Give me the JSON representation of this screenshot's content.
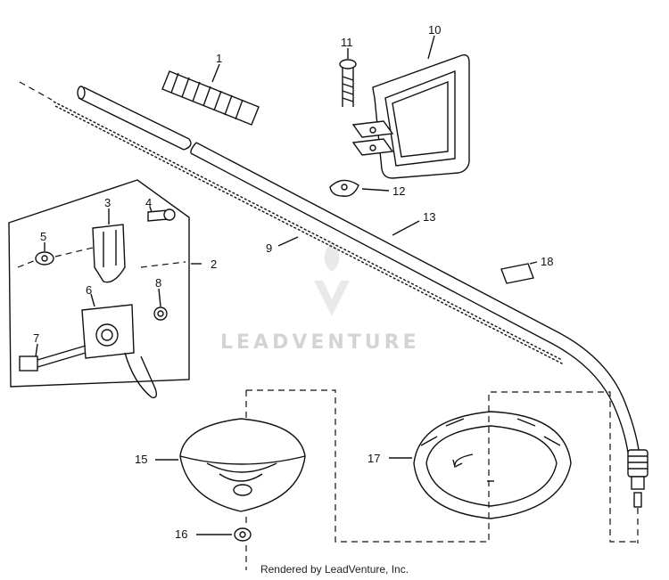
{
  "watermark": {
    "text": "LEADVENTURE",
    "logo": "leadventure-logo"
  },
  "footer": {
    "text": "Rendered by LeadVenture, Inc."
  },
  "callouts": {
    "c1": "1",
    "c2": "2",
    "c3": "3",
    "c4": "4",
    "c5": "5",
    "c6": "6",
    "c7": "7",
    "c8": "8",
    "c9": "9",
    "c10": "10",
    "c11": "11",
    "c12": "12",
    "c13": "13",
    "c15": "15",
    "c16": "16",
    "c17": "17",
    "c18": "18"
  }
}
